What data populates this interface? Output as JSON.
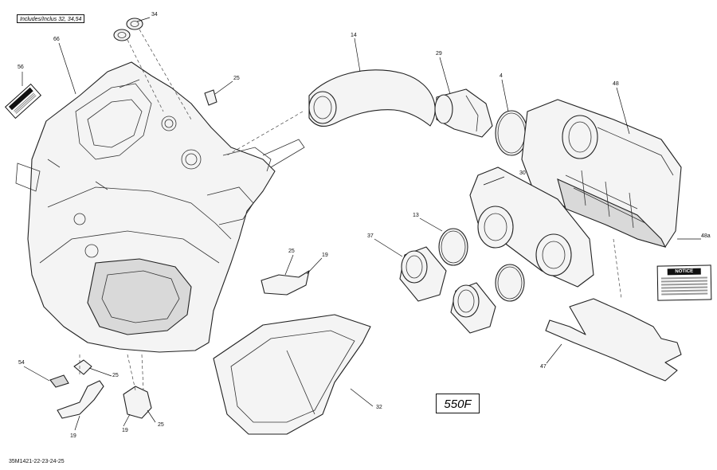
{
  "drawing": {
    "includes_note": "Includes/Inclus 32, 34,54",
    "model_label": "550F",
    "drawing_id": "35M1421-22-23-24-25"
  },
  "callouts": {
    "c34": "34",
    "c66": "66",
    "c56": "56",
    "c25_top": "25",
    "c14": "14",
    "c29": "29",
    "c4": "4",
    "c48": "48",
    "c30": "30",
    "c13": "13",
    "c37": "37",
    "c25_mid": "25",
    "c19_mid": "19",
    "c48a": "48a",
    "c54": "54",
    "c25_low": "25",
    "c19_low": "19",
    "c19_bot": "19",
    "c25_bot": "25",
    "c32": "32",
    "c47": "47"
  },
  "labels": {
    "notice_title": "NOTICE"
  }
}
